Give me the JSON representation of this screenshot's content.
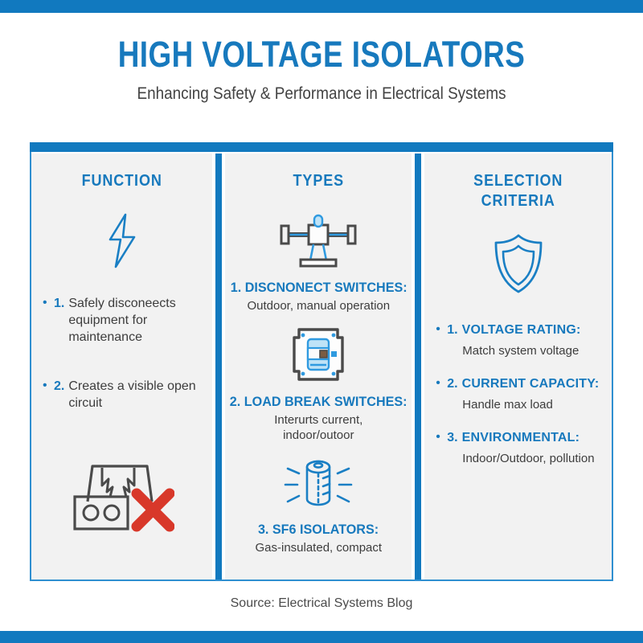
{
  "colors": {
    "accent_blue": "#1179bf",
    "title_blue": "#1779bd",
    "panel_gray": "#f2f2f2",
    "text_gray": "#3d3d3d",
    "icon_dark": "#444444",
    "red_x": "#d8382a"
  },
  "header": {
    "title": "HIGH VOLTAGE ISOLATORS",
    "subtitle": "Enhancing Safety & Performance in Electrical Systems"
  },
  "columns": [
    {
      "id": "function",
      "title": "FUNCTION",
      "icon": "lightning-bolt-icon",
      "items": [
        {
          "num": "1.",
          "text": "Safely disconeects equipment for maintenance"
        },
        {
          "num": "2.",
          "text": "Creates a visible open circuit"
        }
      ],
      "footer_icon": "open-circuit-cross-icon"
    },
    {
      "id": "types",
      "title": "TYPES",
      "entries": [
        {
          "icon": "disconnect-switch-icon",
          "head": "1. DISCNONECT SWITCHES:",
          "sub": "Outdoor, manual operation"
        },
        {
          "icon": "load-break-switch-icon",
          "head": "2. LOAD BREAK SWITCHES:",
          "sub": "Interurts current,\nindoor/outoor"
        },
        {
          "icon": "sf6-cylinder-icon",
          "head": "3. SF6 ISOLATORS:",
          "sub": "Gas-insulated, compact"
        }
      ]
    },
    {
      "id": "selection-criteria",
      "title": "SELECTION\nCRITERIA",
      "icon": "shield-icon",
      "items": [
        {
          "num": "1.",
          "head": "VOLTAGE RATING:",
          "sub": "Match system voltage"
        },
        {
          "num": "2.",
          "head": "CURRENT CAPACITY:",
          "sub": "Handle max load"
        },
        {
          "num": "3.",
          "head": "ENVIRONMENTAL:",
          "sub": "Indoor/Outdoor, pollution"
        }
      ]
    }
  ],
  "footer": {
    "source": "Source: Electrical Systems Blog"
  }
}
